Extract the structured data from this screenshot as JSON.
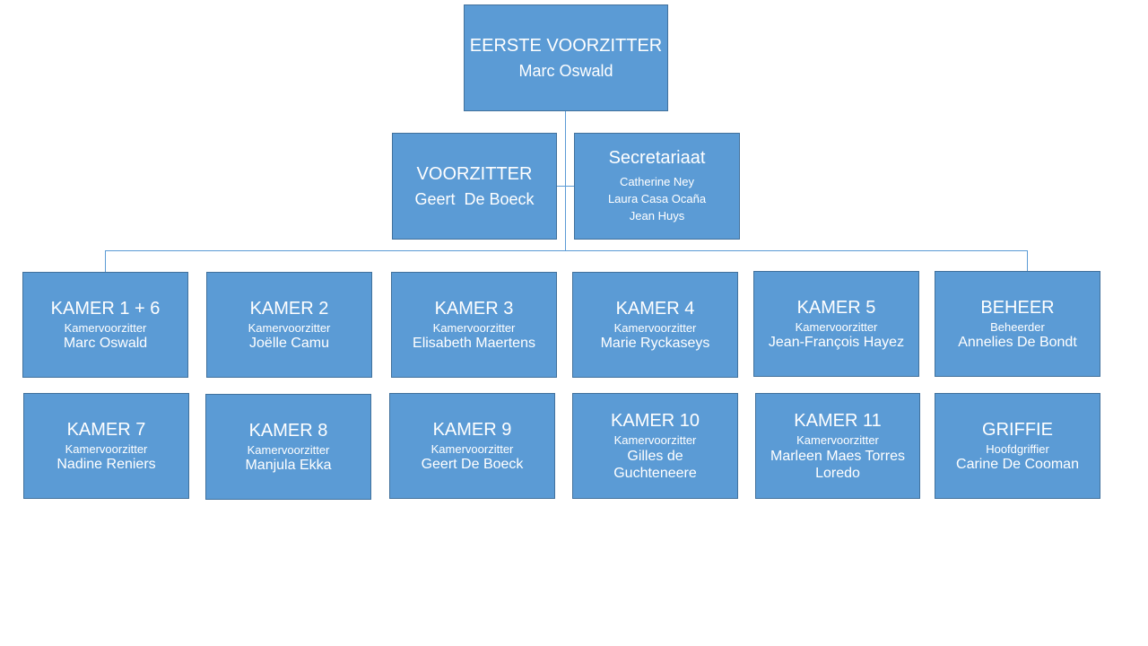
{
  "top": {
    "title": "EERSTE VOORZITTER",
    "name": "Marc Oswald"
  },
  "voorzitter": {
    "title": "VOORZITTER",
    "name": "Geert  De Boeck"
  },
  "secretariaat": {
    "title": "Secretariaat",
    "members": [
      "Catherine Ney",
      "Laura Casa Ocaña",
      "Jean Huys"
    ]
  },
  "row1": [
    {
      "title": "KAMER 1 + 6",
      "role": "Kamervoorzitter",
      "name": "Marc Oswald"
    },
    {
      "title": "KAMER 2",
      "role": "Kamervoorzitter",
      "name": "Joëlle Camu"
    },
    {
      "title": "KAMER 3",
      "role": "Kamervoorzitter",
      "name": "Elisabeth Maertens"
    },
    {
      "title": "KAMER 4",
      "role": "Kamervoorzitter",
      "name": "Marie Ryckaseys"
    },
    {
      "title": "KAMER 5",
      "role": "Kamervoorzitter",
      "name": "Jean-François Hayez"
    },
    {
      "title": "BEHEER",
      "role": "Beheerder",
      "name": "Annelies De Bondt"
    }
  ],
  "row2": [
    {
      "title": "KAMER 7",
      "role": "Kamervoorzitter",
      "name": "Nadine Reniers"
    },
    {
      "title": "KAMER 8",
      "role": "Kamervoorzitter",
      "name": "Manjula Ekka"
    },
    {
      "title": "KAMER 9",
      "role": "Kamervoorzitter",
      "name": "Geert De Boeck"
    },
    {
      "title": "KAMER 10",
      "role": "Kamervoorzitter",
      "name": "Gilles de Guchteneere"
    },
    {
      "title": "KAMER 11",
      "role": "Kamervoorzitter",
      "name": "Marleen Maes Torres Loredo"
    },
    {
      "title": "GRIFFIE",
      "role": "Hoofdgriffier",
      "name": "Carine De Cooman"
    }
  ]
}
